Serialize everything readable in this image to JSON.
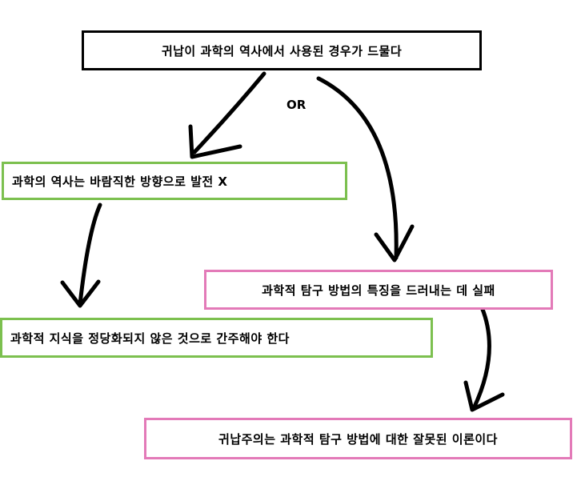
{
  "nodes": {
    "top": "귀납이 과학의 역사에서 사용된 경우가 드물다",
    "left_1": "과학의 역사는 바람직한 방향으로 발전 X",
    "left_2": "과학적 지식을 정당화되지 않은 것으로 간주해야 한다",
    "right_1": "과학적 탐구 방법의 특징을 드러내는 데 실패",
    "right_2": "귀납주의는 과학적 탐구 방법에 대한 잘못된 이론이다"
  },
  "connector_label": "OR",
  "colors": {
    "black_border": "#000000",
    "green_border": "#7cc04f",
    "pink_border": "#e37ab8",
    "arrow": "#000000"
  }
}
